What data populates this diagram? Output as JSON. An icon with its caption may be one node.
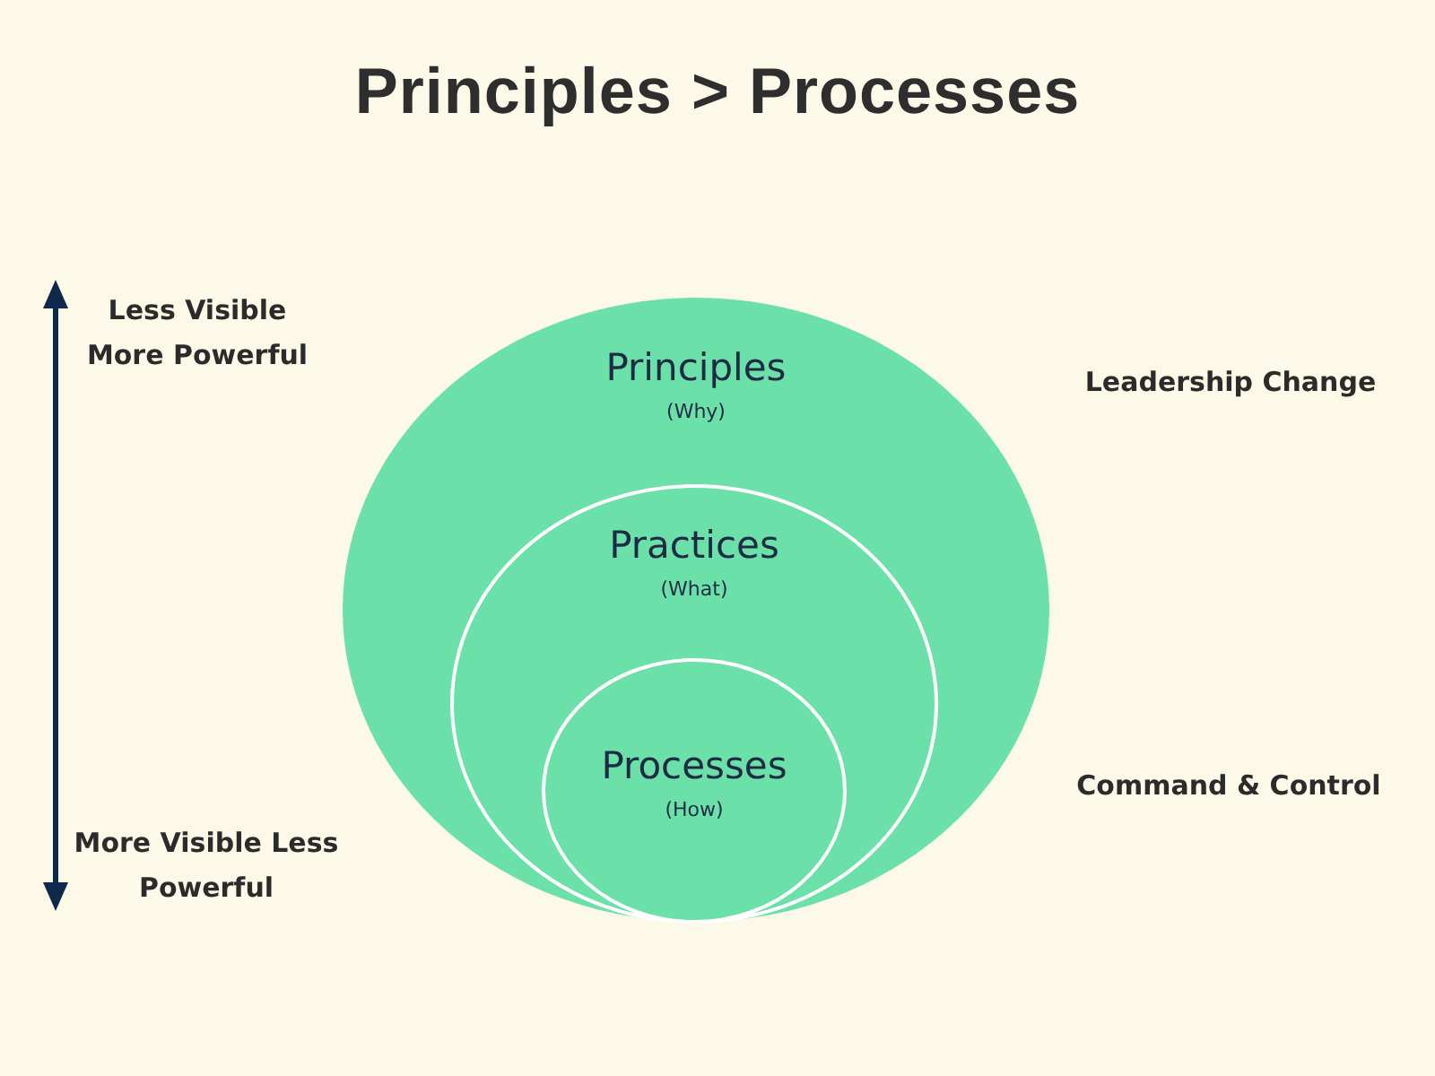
{
  "diagram": {
    "title": "Principles > Processes",
    "nodes": [
      {
        "text": [
          "Principles",
          "(Why)"
        ]
      },
      {
        "text": [
          "Practices",
          "(What)"
        ],
        "in": 0
      },
      {
        "text": [
          "Processes",
          "(How)"
        ],
        "in": 1
      }
    ],
    "labels": [
      "Less Visible More Powerful",
      "Leadership Change",
      "Command & Control",
      "More Visible Less Powerful"
    ]
  }
}
